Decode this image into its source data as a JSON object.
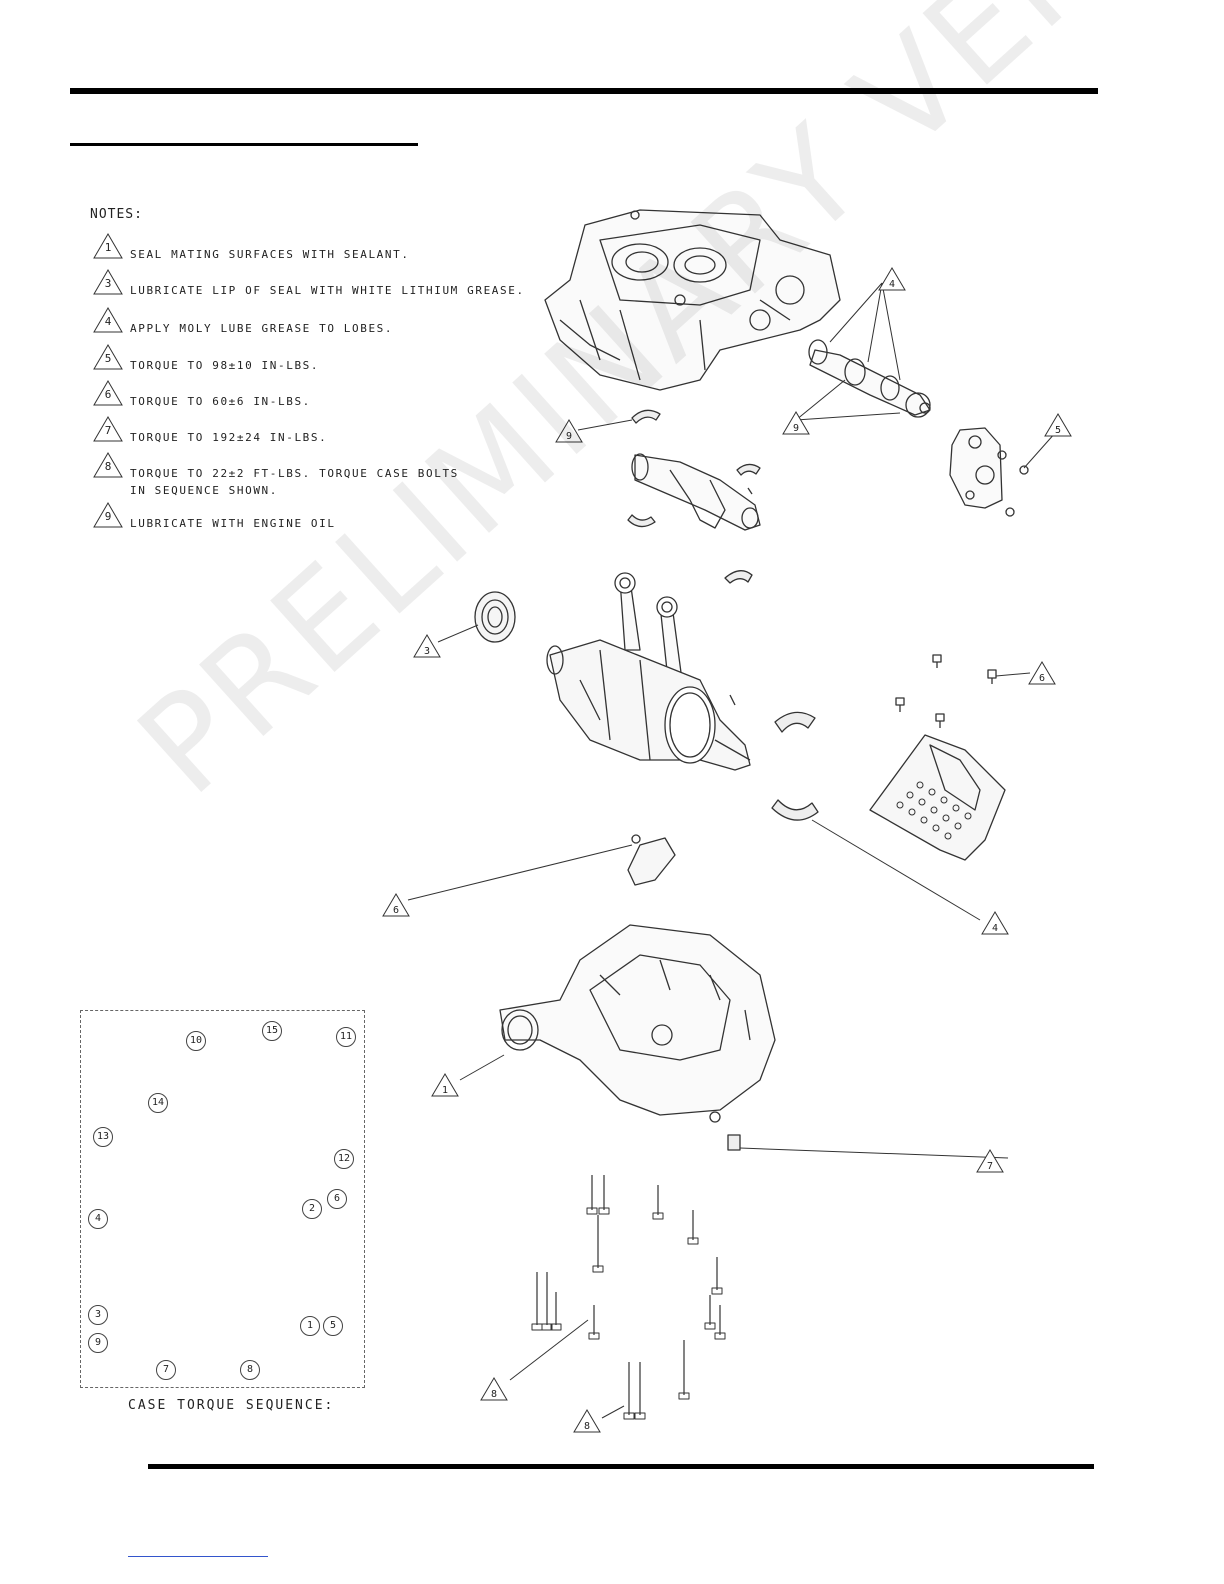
{
  "notes": {
    "heading": "NOTES:",
    "items": [
      {
        "num": "1",
        "text": "SEAL MATING SURFACES WITH SEALANT."
      },
      {
        "num": "3",
        "text": "LUBRICATE LIP OF SEAL WITH WHITE LITHIUM GREASE."
      },
      {
        "num": "4",
        "text": "APPLY MOLY LUBE GREASE TO LOBES."
      },
      {
        "num": "5",
        "text": "TORQUE TO 98±10 IN-LBS."
      },
      {
        "num": "6",
        "text": "TORQUE TO 60±6 IN-LBS."
      },
      {
        "num": "7",
        "text": "TORQUE TO 192±24 IN-LBS."
      },
      {
        "num": "8",
        "text": "TORQUE TO 22±2 FT-LBS.  TORQUE CASE BOLTS\nIN SEQUENCE SHOWN."
      },
      {
        "num": "9",
        "text": "LUBRICATE WITH ENGINE OIL"
      }
    ]
  },
  "sequence": {
    "caption": "CASE TORQUE SEQUENCE:",
    "bolts": [
      "10",
      "15",
      "11",
      "14",
      "13",
      "12",
      "2",
      "6",
      "4",
      "3",
      "1",
      "5",
      "9",
      "7",
      "8"
    ]
  },
  "callouts": {
    "c4_top": "4",
    "c9_left": "9",
    "c9_right": "9",
    "c5": "5",
    "c3": "3",
    "c6_right": "6",
    "c6_left": "6",
    "c4_bottom": "4",
    "c1": "1",
    "c7": "7",
    "c8_a": "8",
    "c8_b": "8"
  },
  "watermark": "PRELIMINARY VERSION"
}
